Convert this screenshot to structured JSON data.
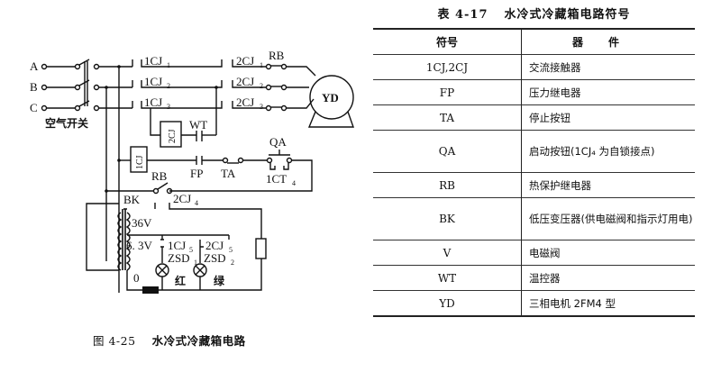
{
  "figure": {
    "caption_number": "图 4-25",
    "caption_text": "水冷式冷藏箱电路",
    "labels": {
      "A": "A",
      "B": "B",
      "C": "C",
      "air_switch": "空气开关",
      "cj1_1": "1CJ",
      "cj1_1_sub": "1",
      "cj1_2": "1CJ",
      "cj1_2_sub": "2",
      "cj1_3": "1CJ",
      "cj1_3_sub": "3",
      "cj2_1": "2CJ",
      "cj2_1_sub": "1",
      "cj2_2": "2CJ",
      "cj2_2_sub": "2",
      "cj2_3": "2CJ",
      "cj2_3_sub": "3",
      "rb_top": "RB",
      "motor": "YD",
      "coil_2cj": "2CJ",
      "wt": "WT",
      "coil_1cj": "1CJ",
      "qa": "QA",
      "fp": "FP",
      "ta": "TA",
      "ct4": "1CT",
      "ct4_sub": "4",
      "rb": "RB",
      "bk": "BK",
      "cj2_4": "2CJ",
      "cj2_4_sub": "4",
      "v36": "36V",
      "v63": "6. 3V",
      "cj1_5": "1CJ",
      "cj1_5_sub": "5",
      "cj2_5": "2CJ",
      "cj2_5_sub": "5",
      "zsd1": "ZSD",
      "zsd1_sub": "1",
      "zsd2": "ZSD",
      "zsd2_sub": "2",
      "zero": "0",
      "red": "红",
      "green": "绿"
    }
  },
  "table": {
    "title_number": "表 4-17",
    "title_text": "水冷式冷藏箱电路符号",
    "headers": [
      "符号",
      "器件"
    ],
    "rows": [
      {
        "symbol": "1CJ,2CJ",
        "device": "交流接触器"
      },
      {
        "symbol": "FP",
        "device": "压力继电器"
      },
      {
        "symbol": "TA",
        "device": "停止按钮"
      },
      {
        "symbol": "QA",
        "device": "启动按钮(1CJ₄ 为自锁接点)"
      },
      {
        "symbol": "RB",
        "device": "热保护继电器"
      },
      {
        "symbol": "BK",
        "device": "低压变压器(供电磁阀和指示灯用电)"
      },
      {
        "symbol": "V",
        "device": "电磁阀"
      },
      {
        "symbol": "WT",
        "device": "温控器"
      },
      {
        "symbol": "YD",
        "device": "三相电机 2FM4 型"
      }
    ]
  }
}
